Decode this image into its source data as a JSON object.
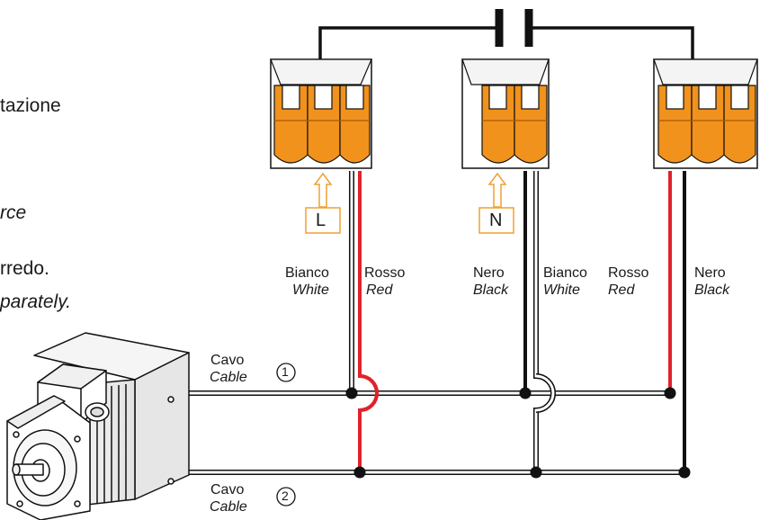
{
  "left_text": {
    "line1": "tazione",
    "line2": "rce",
    "line3": "rredo.",
    "line4": "parately."
  },
  "inputs": {
    "phase": "L",
    "neutral": "N"
  },
  "wires": [
    {
      "it": "Bianco",
      "en": "White"
    },
    {
      "it": "Rosso",
      "en": "Red"
    },
    {
      "it": "Nero",
      "en": "Black"
    },
    {
      "it": "Bianco",
      "en": "White"
    },
    {
      "it": "Rosso",
      "en": "Red"
    },
    {
      "it": "Nero",
      "en": "Black"
    }
  ],
  "cables": [
    {
      "it": "Cavo",
      "en": "Cable",
      "num": "1"
    },
    {
      "it": "Cavo",
      "en": "Cable",
      "num": "2"
    }
  ],
  "colors": {
    "terminal_orange": "#f0921c",
    "terminal_dark": "#c86e08",
    "red_wire": "#e0222b",
    "black_wire": "#111111",
    "arrow_outline": "#f0a030"
  }
}
